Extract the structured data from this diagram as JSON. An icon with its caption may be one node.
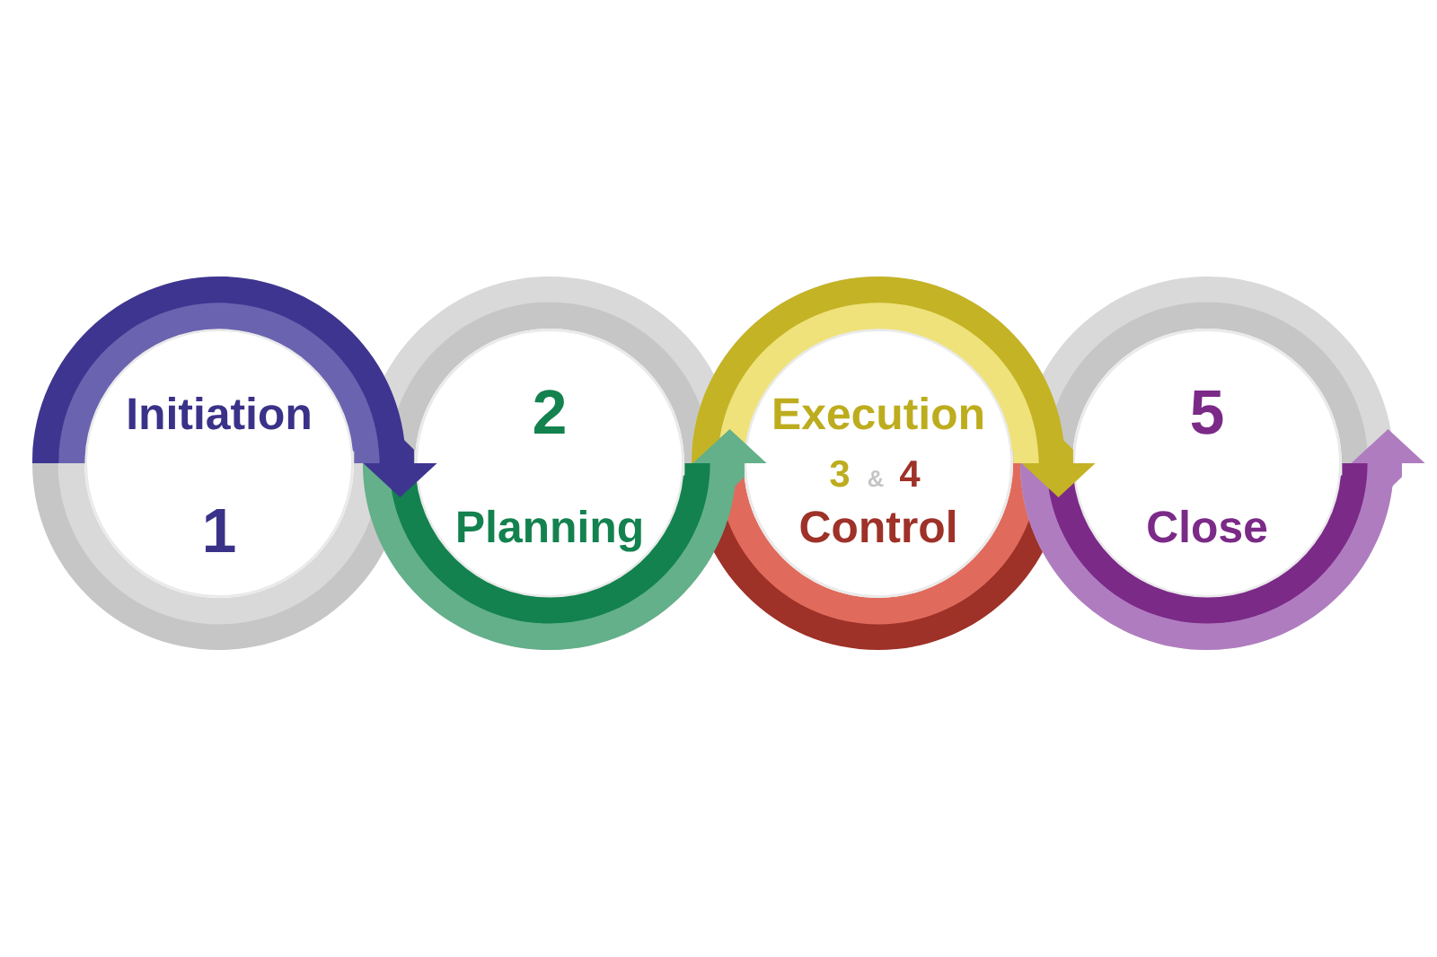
{
  "diagram": {
    "nodes": [
      {
        "text": [
          "Initiation",
          "1"
        ]
      },
      {
        "text": [
          "2",
          "Planning"
        ]
      },
      {
        "text": [
          "Execution",
          "3",
          "&",
          "4",
          "Control"
        ]
      },
      {
        "text": [
          "5",
          "Close"
        ]
      }
    ],
    "edges": [
      {
        "from": 0,
        "to": 1,
        "arrow": "to",
        "color": "#6a64b0"
      },
      {
        "from": 1,
        "to": 2,
        "arrow": "to",
        "color": "#13824f"
      },
      {
        "from": 2,
        "to": 3,
        "arrow": "to",
        "color": "#efe27a"
      },
      {
        "from": 3,
        "to": null,
        "arrow": "to",
        "color": "#7b2a88"
      }
    ]
  }
}
